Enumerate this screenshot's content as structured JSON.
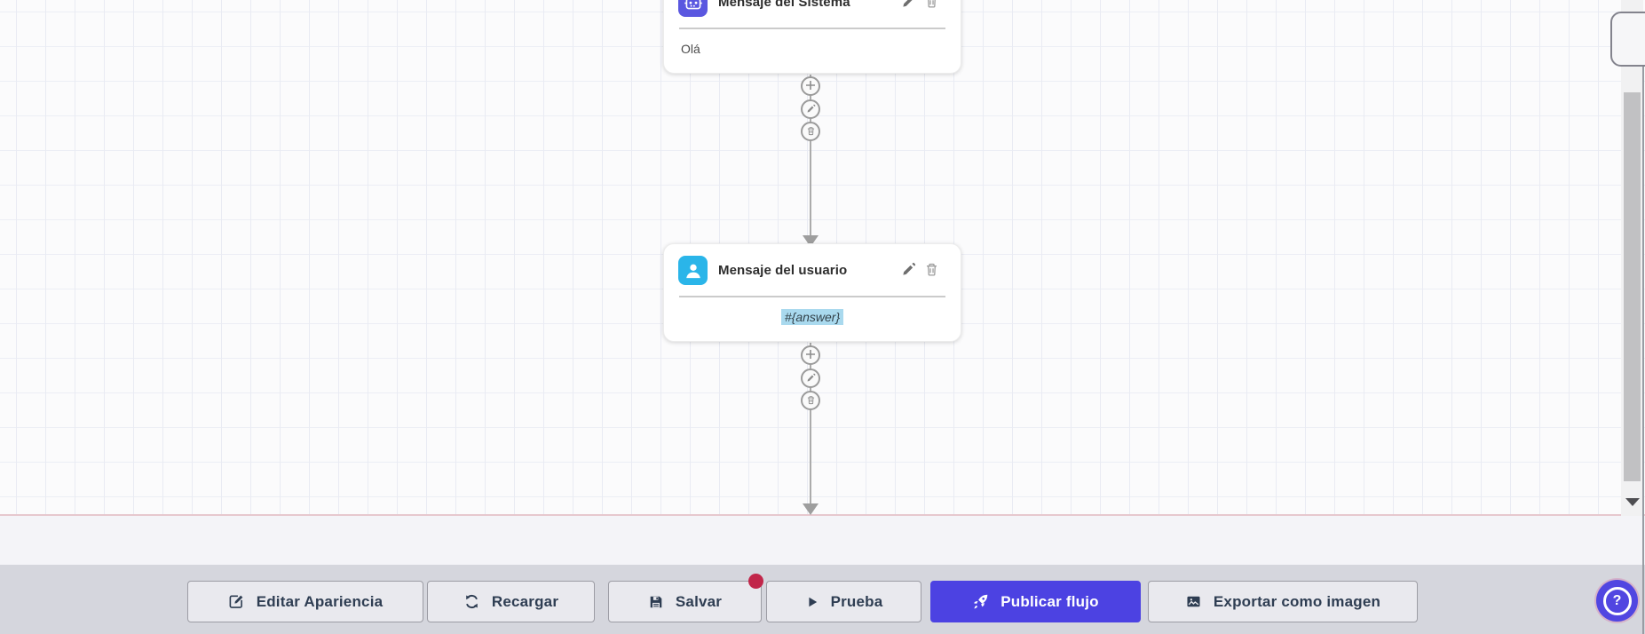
{
  "editor": {
    "nodes": [
      {
        "title": "Mensaje del Sistema",
        "body": "Olá"
      },
      {
        "title": "Mensaje del usuario",
        "body": "#{answer}"
      }
    ]
  },
  "toolbar": {
    "buttons": [
      {
        "label": "Editar Apariencia"
      },
      {
        "label": "Recargar"
      },
      {
        "label": "Salvar"
      },
      {
        "label": "Prueba"
      },
      {
        "label": "Publicar flujo"
      },
      {
        "label": "Exportar como imagen"
      }
    ]
  },
  "help": {
    "label": "?"
  },
  "colors": {
    "primary": "#4c42e2",
    "system_icon_bg": "#5a57e0",
    "user_icon_bg": "#2ab5e9",
    "badge": "#c1264a",
    "answer_highlight": "#a9d9ee",
    "toolbar_bg": "#d5d6dd"
  }
}
